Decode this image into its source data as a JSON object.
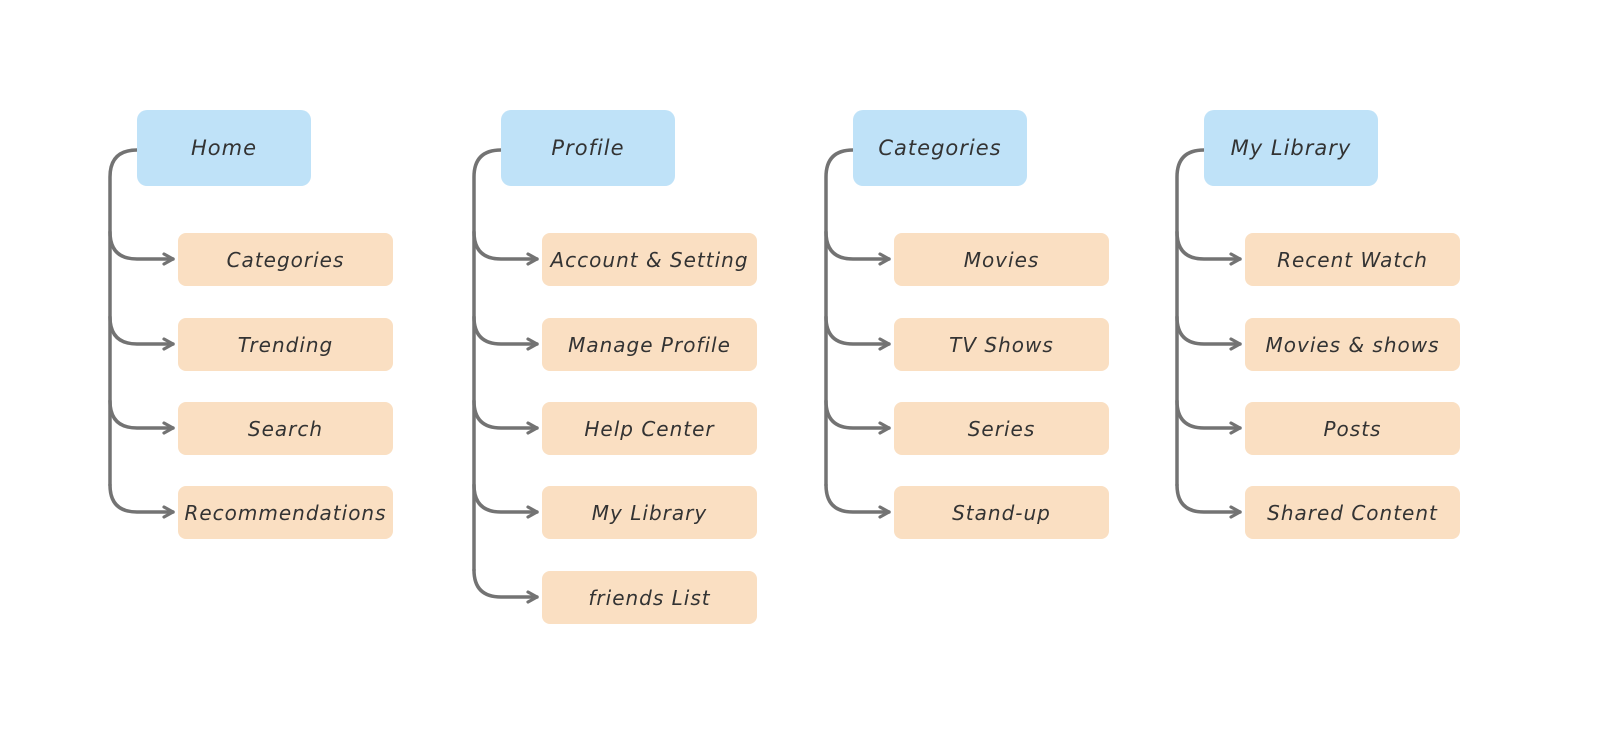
{
  "diagram": {
    "type": "sitemap-flowchart",
    "colors": {
      "background": "#ffffff",
      "parent_fill": "#bfe2f8",
      "child_fill": "#fadfc2",
      "connector": "#737373",
      "text": "#333333"
    },
    "columns": [
      {
        "parent": "Home",
        "children": [
          "Categories",
          "Trending",
          "Search",
          "Recommendations"
        ]
      },
      {
        "parent": "Profile",
        "children": [
          "Account & Setting",
          "Manage Profile",
          "Help Center",
          "My Library",
          "friends List"
        ]
      },
      {
        "parent": "Categories",
        "children": [
          "Movies",
          "TV Shows",
          "Series",
          "Stand-up"
        ]
      },
      {
        "parent": "My Library",
        "children": [
          "Recent Watch",
          "Movies & shows",
          "Posts",
          "Shared Content"
        ]
      }
    ]
  }
}
